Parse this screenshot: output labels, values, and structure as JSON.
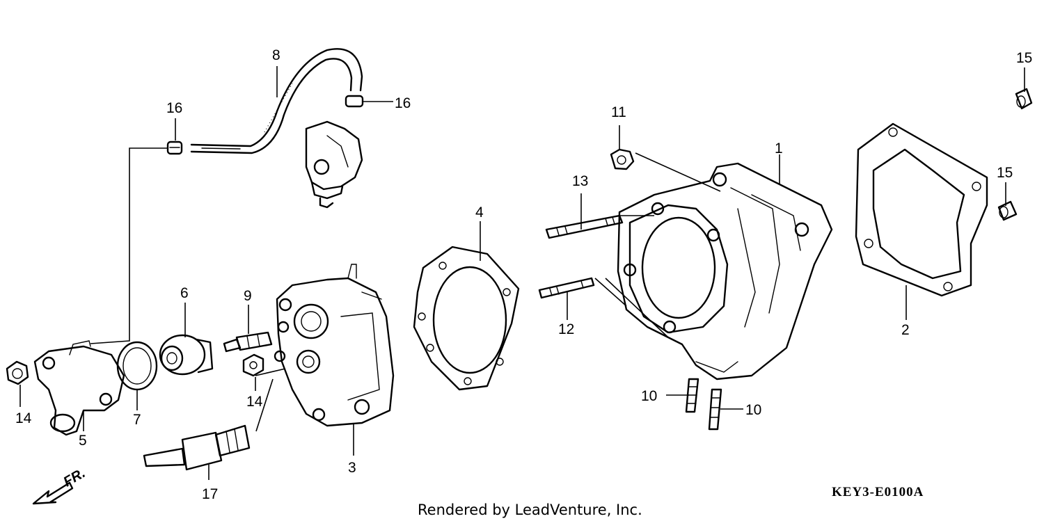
{
  "diagram": {
    "code": "KEY3-E0100A",
    "credit": "Rendered by LeadVenture, Inc.",
    "direction_label": "FR."
  },
  "callouts": {
    "c1": "1",
    "c2": "2",
    "c3": "3",
    "c4": "4",
    "c5": "5",
    "c6": "6",
    "c7": "7",
    "c8": "8",
    "c9": "9",
    "c10a": "10",
    "c10b": "10",
    "c11": "11",
    "c12": "12",
    "c13": "13",
    "c14a": "14",
    "c14b": "14",
    "c15a": "15",
    "c15b": "15",
    "c16a": "16",
    "c16b": "16",
    "c17": "17"
  }
}
